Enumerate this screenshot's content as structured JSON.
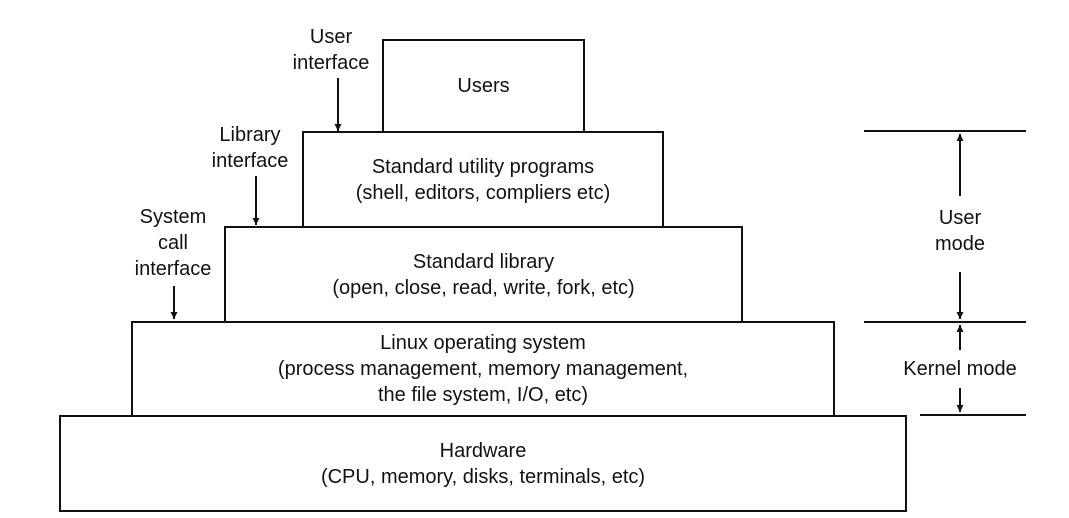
{
  "layers": {
    "users": {
      "lines": [
        "Users"
      ]
    },
    "utilities": {
      "lines": [
        "Standard utility programs",
        "(shell, editors, compliers etc)"
      ]
    },
    "library": {
      "lines": [
        "Standard library",
        "(open, close, read, write, fork, etc)"
      ]
    },
    "os": {
      "lines": [
        "Linux operating system",
        "(process management, memory management,",
        "the file system, I/O, etc)"
      ]
    },
    "hardware": {
      "lines": [
        "Hardware",
        "(CPU, memory, disks, terminals, etc)"
      ]
    }
  },
  "interfaces": {
    "user": {
      "lines": [
        "User",
        "interface"
      ]
    },
    "library": {
      "lines": [
        "Library",
        "interface"
      ]
    },
    "system_call": {
      "lines": [
        "System",
        "call",
        "interface"
      ]
    }
  },
  "modes": {
    "user": {
      "lines": [
        "User",
        "mode"
      ]
    },
    "kernel": {
      "lines": [
        "Kernel mode"
      ]
    }
  }
}
